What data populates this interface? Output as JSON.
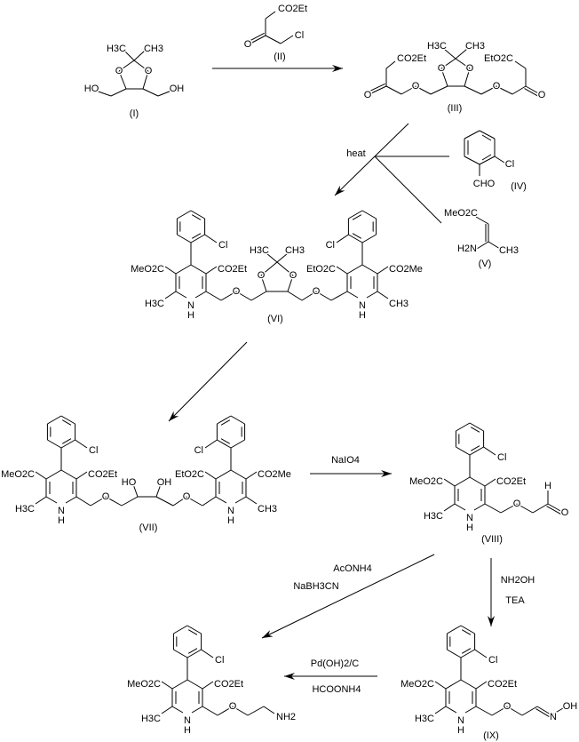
{
  "compounds": {
    "I": {
      "label": "(I)",
      "h3c": "H3C",
      "ch3": "CH3",
      "o": "O",
      "ho": "HO",
      "oh": "OH"
    },
    "II": {
      "label": "(II)",
      "ester": "CO2Et",
      "o": "O",
      "cl": "Cl"
    },
    "III": {
      "label": "(III)",
      "ester_left": "CO2Et",
      "ester_right": "EtO2C",
      "h3c": "H3C",
      "ch3": "CH3",
      "o": "O"
    },
    "IV": {
      "label": "(IV)",
      "cl": "Cl",
      "cho": "CHO"
    },
    "V": {
      "label": "(V)",
      "ester": "MeO2C",
      "amine": "H2N",
      "ch3": "CH3"
    },
    "VI": {
      "label": "(VI)",
      "o": "O",
      "h3c": "H3C",
      "ch3": "CH3",
      "left": {
        "cl": "Cl",
        "ester_l": "MeO2C",
        "ester_r": "CO2Et",
        "methyl": "H3C",
        "n": "N",
        "h": "H"
      },
      "right": {
        "cl": "Cl",
        "ester_l": "EtO2C",
        "ester_r": "CO2Me",
        "methyl": "CH3",
        "n": "N",
        "h": "H"
      }
    },
    "VII": {
      "label": "(VII)",
      "o": "O",
      "ho": "HO",
      "oh": "OH",
      "left": {
        "cl": "Cl",
        "ester_l": "MeO2C",
        "ester_r": "CO2Et",
        "methyl": "H3C",
        "n": "N",
        "h": "H"
      },
      "right": {
        "cl": "Cl",
        "ester_l": "EtO2C",
        "ester_r": "CO2Me",
        "methyl": "CH3",
        "n": "N",
        "h": "H"
      }
    },
    "VIII": {
      "label": "(VIII)",
      "o": "O",
      "ald_h": "H",
      "ald_o": "O",
      "core": {
        "cl": "Cl",
        "ester_l": "MeO2C",
        "ester_r": "CO2Et",
        "methyl": "H3C",
        "n": "N",
        "h": "H"
      }
    },
    "IX": {
      "label": "(IX)",
      "o": "O",
      "n_oxime": "N",
      "oh": "OH",
      "core": {
        "cl": "Cl",
        "ester_l": "MeO2C",
        "ester_r": "CO2Et",
        "methyl": "H3C",
        "n": "N",
        "h": "H"
      }
    },
    "product": {
      "o": "O",
      "nh2": "NH2",
      "core": {
        "cl": "Cl",
        "ester_l": "MeO2C",
        "ester_r": "CO2Et",
        "methyl": "H3C",
        "n": "N",
        "h": "H"
      }
    }
  },
  "reagents": {
    "heat": "heat",
    "naio4": "NaIO4",
    "aconh4": "AcONH4",
    "nabh3cn": "NaBH3CN",
    "nh2oh": "NH2OH",
    "tea": "TEA",
    "pdohc": "Pd(OH)2/C",
    "hcoonh4": "HCOONH4"
  }
}
